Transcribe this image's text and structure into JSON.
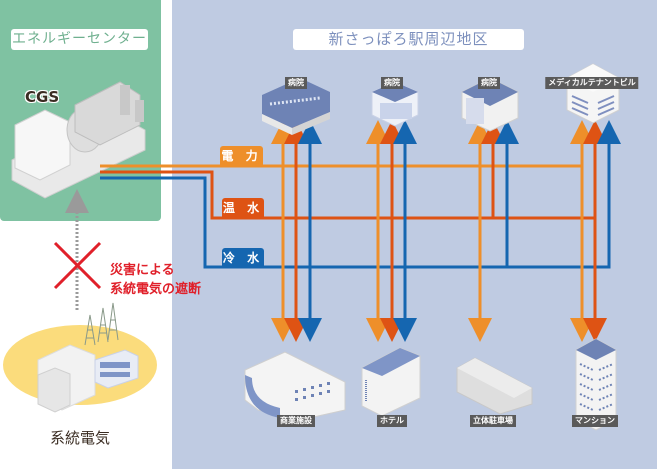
{
  "energy_center": {
    "title": "エネルギーセンター",
    "equipment_label": "CGS"
  },
  "district": {
    "title": "新さっぽろ駅周辺地区"
  },
  "grid": {
    "label": "系統電気",
    "disaster_note_line1": "災害による",
    "disaster_note_line2": "系統電気の遮断"
  },
  "utilities": [
    {
      "id": "power",
      "label": "電 力",
      "color": "#ee8f2a"
    },
    {
      "id": "hot_water",
      "label": "温 水",
      "color": "#de5314"
    },
    {
      "id": "cold_water",
      "label": "冷 水",
      "color": "#1566b0"
    }
  ],
  "top_buildings": [
    {
      "name": "病院",
      "type": "hospital-1",
      "supplies": [
        "power",
        "hot_water",
        "cold_water"
      ]
    },
    {
      "name": "病院",
      "type": "hospital-2",
      "supplies": [
        "power",
        "hot_water",
        "cold_water"
      ]
    },
    {
      "name": "病院",
      "type": "hospital-3",
      "supplies": [
        "power",
        "hot_water",
        "cold_water"
      ]
    },
    {
      "name": "メディカルテナントビル",
      "type": "medical-tenant",
      "supplies": [
        "power",
        "hot_water",
        "cold_water"
      ]
    }
  ],
  "bottom_buildings": [
    {
      "name": "商業施設",
      "type": "commercial",
      "supplies": [
        "power",
        "hot_water",
        "cold_water"
      ]
    },
    {
      "name": "ホテル",
      "type": "hotel",
      "supplies": [
        "power",
        "hot_water",
        "cold_water"
      ]
    },
    {
      "name": "立体駐車場",
      "type": "parking",
      "supplies": [
        "power"
      ]
    },
    {
      "name": "マンション",
      "type": "apartment",
      "supplies": [
        "power",
        "hot_water"
      ]
    }
  ],
  "colors": {
    "energy_panel": "#7fc2a2",
    "district_panel": "#bfcbe2",
    "cut_mark": "#e0202a",
    "grid_area": "#fbdc7c"
  }
}
